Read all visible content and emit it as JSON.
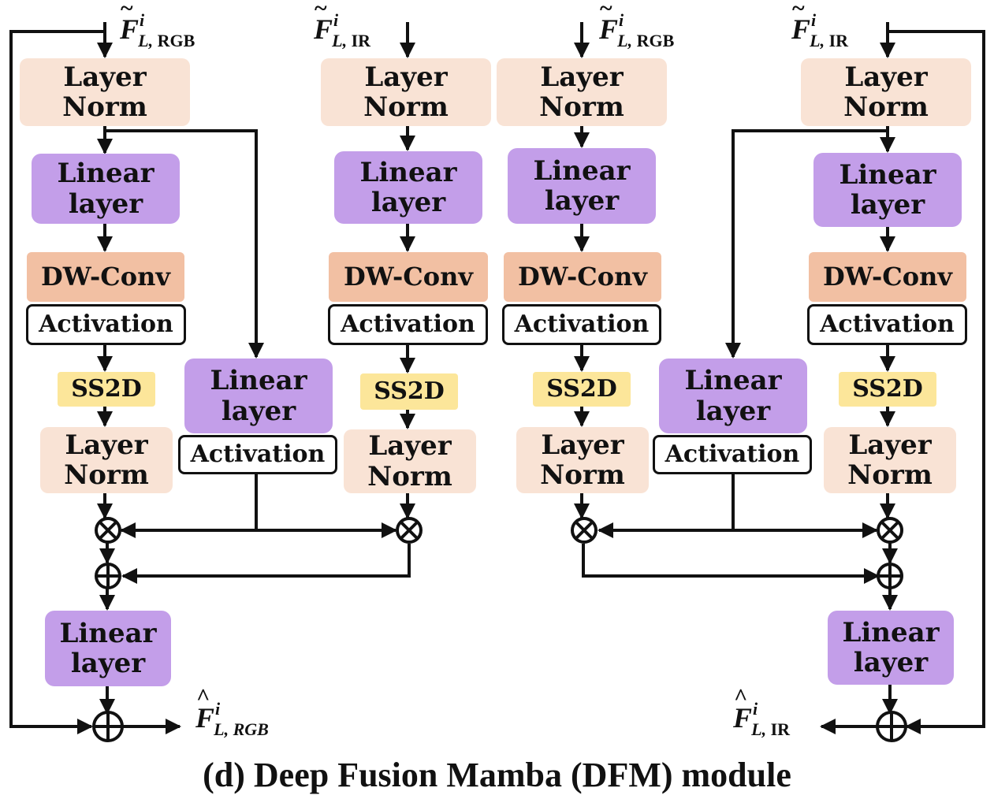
{
  "caption": "(d) Deep Fusion Mamba (DFM) module",
  "colors": {
    "layer_norm": "#f9e3d5",
    "linear_layer": "#c39ee9",
    "dw_conv": "#f2c0a3",
    "ss2d": "#fce69a",
    "activation_fill": "#ffffff",
    "line": "#111111"
  },
  "blocks": {
    "layer_norm_text": "Layer\nNorm",
    "linear_text": "Linear\nlayer",
    "dwconv_text": "DW-Conv",
    "activation_text": "Activation",
    "ss2d_text": "SS2D"
  },
  "labels": {
    "in_rgb_left": {
      "accent": "~",
      "main": "F",
      "sup": "i",
      "sub_letter": "L,",
      "sub_text": " RGB"
    },
    "in_ir_left": {
      "accent": "~",
      "main": "F",
      "sup": "i",
      "sub_letter": "L,",
      "sub_text": " IR"
    },
    "in_rgb_right": {
      "accent": "~",
      "main": "F",
      "sup": "i",
      "sub_letter": "L,",
      "sub_text": " RGB"
    },
    "in_ir_right": {
      "accent": "~",
      "main": "F",
      "sup": "i",
      "sub_letter": "L,",
      "sub_text": " IR"
    },
    "out_rgb": {
      "accent": "^",
      "main": "F",
      "sup": "i",
      "sub_letter": "L,",
      "sub_text": " RGB"
    },
    "out_ir": {
      "accent": "^",
      "main": "F",
      "sup": "i",
      "sub_letter": "L,",
      "sub_text": " IR"
    }
  },
  "symbols": {
    "multiply": "⊗",
    "add": "⊕"
  }
}
